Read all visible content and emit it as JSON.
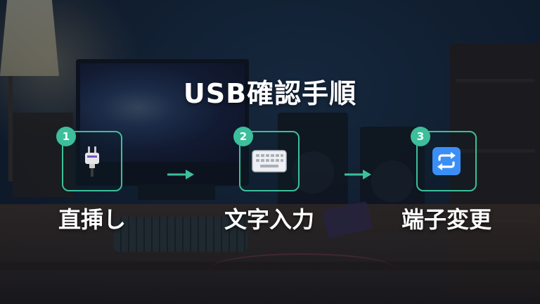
{
  "title": "USB確認手順",
  "accent_color": "#3cbf9a",
  "steps": [
    {
      "number": "1",
      "label": "直挿し",
      "icon": "plug-icon"
    },
    {
      "number": "2",
      "label": "文字入力",
      "icon": "keyboard-icon"
    },
    {
      "number": "3",
      "label": "端子変更",
      "icon": "repeat-icon"
    }
  ]
}
